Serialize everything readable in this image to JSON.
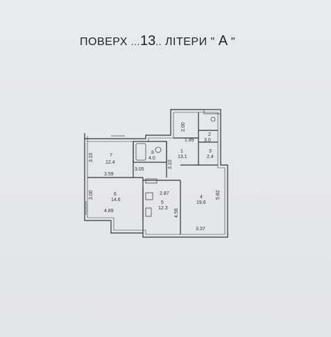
{
  "header": {
    "floor_label": "ПОВЕРХ",
    "floor_dots_before": "...",
    "floor_number": "13",
    "floor_dots_after": "..",
    "letter_label": "ЛІТЕРИ",
    "letter_open_quote": "\"",
    "letter_value": "А",
    "letter_close_quote": "\""
  },
  "rooms": [
    {
      "id": "7",
      "area": "12.4"
    },
    {
      "id": "8",
      "area": "4.0"
    },
    {
      "id": "1",
      "area": "13.1"
    },
    {
      "id": "2",
      "area": "3.0"
    },
    {
      "id": "3",
      "area": "2.4"
    },
    {
      "id": "6",
      "area": "14.6"
    },
    {
      "id": "5",
      "area": "12.3"
    },
    {
      "id": "4",
      "area": "19.6"
    }
  ],
  "dimensions": {
    "d_2_00": "2.00",
    "d_1_89": "1.89",
    "d_3_10_left": "3.10",
    "d_3_10_mid": "3.10",
    "d_3_05": "3.05",
    "d_3_59": "3.59",
    "d_3_00": "3.00",
    "d_4_89": "4.89",
    "d_2_87": "2.87",
    "d_4_56": "4.56",
    "d_5_82": "5.82",
    "d_3_37": "3.37"
  }
}
